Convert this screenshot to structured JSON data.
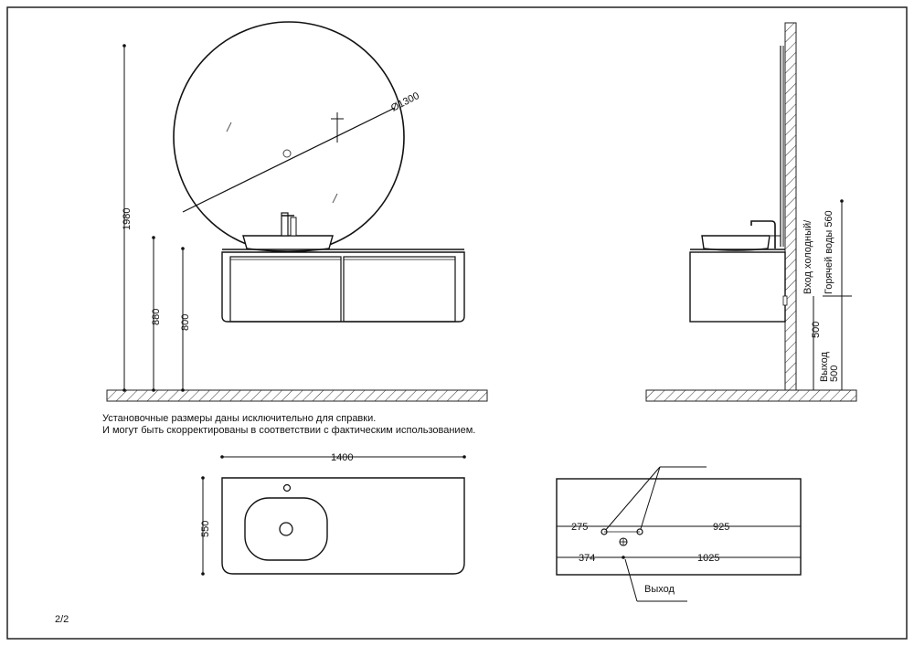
{
  "dimensions": {
    "mirror_diameter": "Ø1300",
    "mirror_height": "1980",
    "counter_height": "880",
    "cabinet_height": "800",
    "water_inlet_label": "Вход холодный/\nГорячей воды 560",
    "water_inlet_line1": "Вход холодный/",
    "water_inlet_line2": "Горячей воды 560",
    "wall_dim": "500",
    "outlet_side_line1": "Выход",
    "outlet_side_line2": "500",
    "top_width": "1400",
    "top_depth": "550",
    "pipe_left_1": "275",
    "pipe_right_1": "925",
    "pipe_left_2": "374",
    "pipe_right_2": "1025",
    "outlet_label": "Выход"
  },
  "notes": {
    "line1": "Установочные размеры даны исключительно для справки.",
    "line2": "И могут быть скорректированы в соответствии с фактическим использованием."
  },
  "page_number": "2/2"
}
